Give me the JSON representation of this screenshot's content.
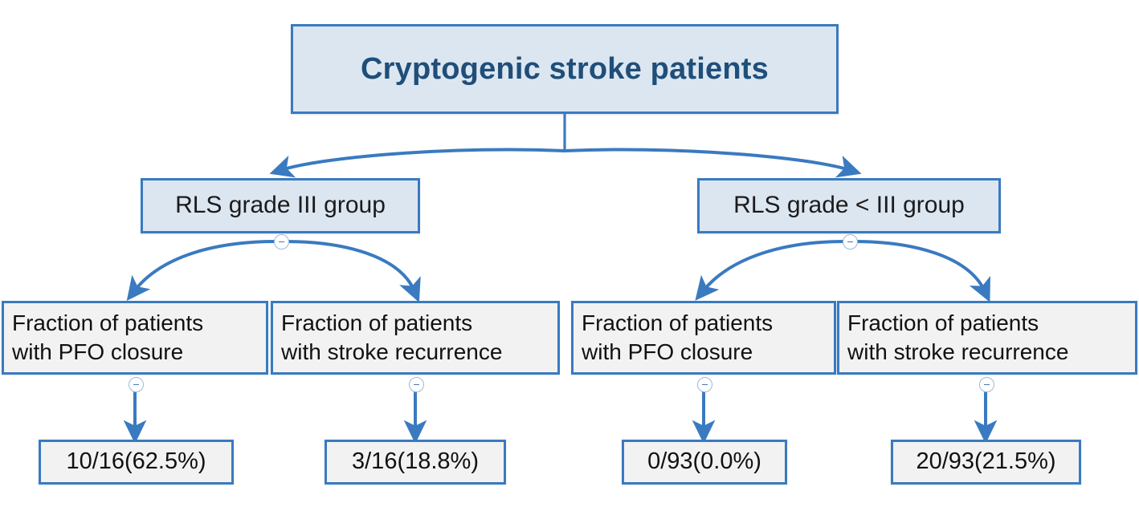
{
  "diagram": {
    "title": "Cryptogenic stroke patients",
    "type": "flowchart",
    "colors": {
      "box_border": "#3a7ac0",
      "box_fill_blue": "#dce6f1",
      "box_fill_gray": "#f2f2f2",
      "title_text": "#1f4e79",
      "body_text": "#111111",
      "connector": "#3a7ac0",
      "handle_border": "#9cb8d8",
      "background": "#ffffff"
    },
    "nodes": {
      "root": {
        "label": "Cryptogenic stroke patients"
      },
      "level2": [
        {
          "id": "rls-iii",
          "label": "RLS grade III group"
        },
        {
          "id": "rls-under-iii",
          "label": "RLS grade < III group"
        }
      ],
      "level3": [
        {
          "id": "pfo-left",
          "label": "Fraction of patients\nwith PFO closure"
        },
        {
          "id": "recurrence-left",
          "label": "Fraction of patients\nwith stroke recurrence"
        },
        {
          "id": "pfo-right",
          "label": "Fraction of patients\nwith PFO closure"
        },
        {
          "id": "recurrence-right",
          "label": "Fraction of patients\nwith stroke recurrence"
        }
      ],
      "leaves": [
        {
          "id": "pfo-left-value",
          "label": "10/16(62.5%)",
          "numerator": 10,
          "denominator": 16,
          "percent": 62.5
        },
        {
          "id": "recurrence-left-value",
          "label": "3/16(18.8%)",
          "numerator": 3,
          "denominator": 16,
          "percent": 18.8
        },
        {
          "id": "pfo-right-value",
          "label": "0/93(0.0%)",
          "numerator": 0,
          "denominator": 93,
          "percent": 0.0
        },
        {
          "id": "recurrence-right-value",
          "label": "20/93(21.5%)",
          "numerator": 20,
          "denominator": 93,
          "percent": 21.5
        }
      ]
    },
    "handles": {
      "icon": "collapse-minus-icon",
      "state": "expanded"
    }
  }
}
